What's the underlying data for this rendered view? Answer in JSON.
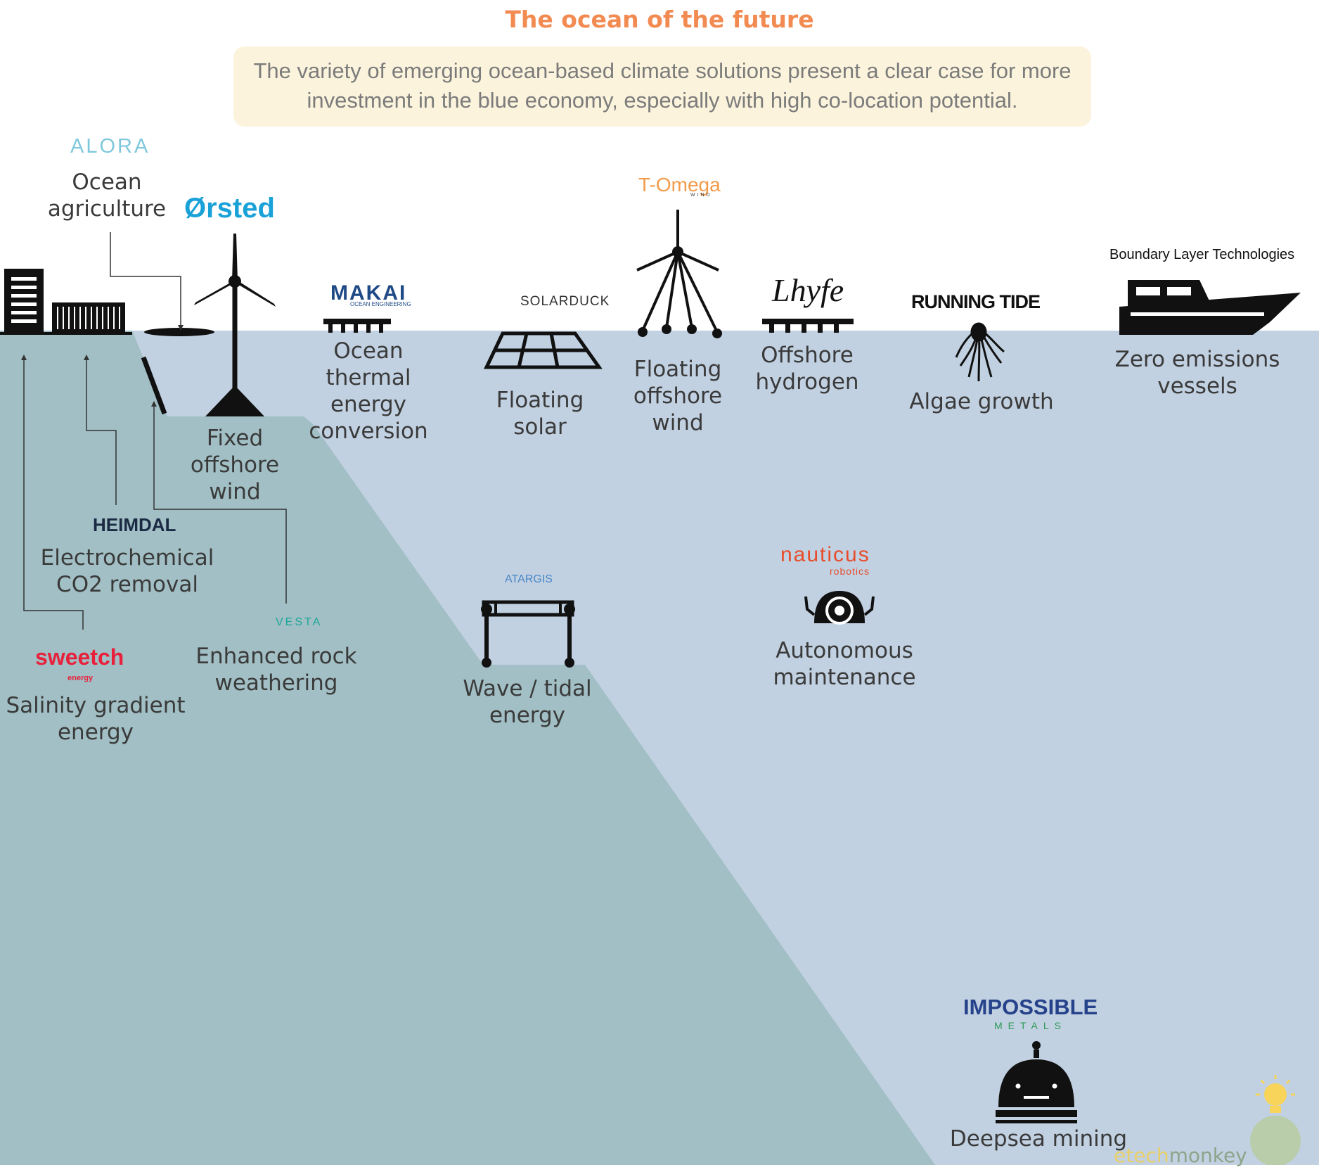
{
  "title": "The ocean of the future",
  "subtitle": "The variety of emerging ocean-based climate solutions present a clear case for more investment in the blue economy, especially with high co-location potential.",
  "colors": {
    "sea": "#c1d1e1",
    "seabed": "#a1bfc4",
    "title": "#f28b52",
    "callout_bg": "#fbf3dc",
    "ink": "#111111"
  },
  "solutions": [
    {
      "id": "ocean-agriculture",
      "label": "Ocean\nagriculture",
      "company": "ALORA",
      "icon": "floating-disc-icon"
    },
    {
      "id": "fixed-offshore-wind",
      "label": "Fixed\noffshore\nwind",
      "company": "Ørsted",
      "icon": "wind-turbine-icon"
    },
    {
      "id": "ocean-thermal",
      "label": "Ocean\nthermal\nenergy\nconversion",
      "company": "MAKAI",
      "company_sub": "OCEAN ENGINEERING",
      "icon": "platform-icon"
    },
    {
      "id": "floating-solar",
      "label": "Floating\nsolar",
      "company": "SOLARDUCK",
      "icon": "solar-panel-icon"
    },
    {
      "id": "floating-offshore-wind",
      "label": "Floating\noffshore\nwind",
      "company": "T-Omega",
      "company_sub": "WIND",
      "icon": "floating-turbine-icon"
    },
    {
      "id": "offshore-hydrogen",
      "label": "Offshore\nhydrogen",
      "company": "Lhyfe",
      "icon": "platform-icon"
    },
    {
      "id": "algae-growth",
      "label": "Algae growth",
      "company": "RUNNING TIDE",
      "icon": "kelp-icon"
    },
    {
      "id": "zero-emissions-vessels",
      "label": "Zero emissions\nvessels",
      "company": "Boundary Layer Technologies",
      "icon": "ship-icon"
    },
    {
      "id": "electrochemical-co2",
      "label": "Electrochemical\nCO2 removal",
      "company": "HEIMDAL",
      "icon": "container-icon"
    },
    {
      "id": "enhanced-rock",
      "label": "Enhanced rock\nweathering",
      "company": "VESTA",
      "icon": "rock-slope-icon"
    },
    {
      "id": "salinity-gradient",
      "label": "Salinity gradient\nenergy",
      "company": "sweetch",
      "company_sub": "energy",
      "icon": "building-icon"
    },
    {
      "id": "wave-tidal",
      "label": "Wave / tidal\nenergy",
      "company": "ATARGIS",
      "icon": "tidal-frame-icon"
    },
    {
      "id": "autonomous-maintenance",
      "label": "Autonomous\nmaintenance",
      "company": "nauticus",
      "company_sub": "robotics",
      "icon": "robot-icon"
    },
    {
      "id": "deepsea-mining",
      "label": "Deepsea mining",
      "company": "IMPOSSIBLE",
      "company_sub": "METALS",
      "icon": "collector-icon"
    }
  ],
  "watermark": {
    "part1": "etech",
    "part2": "monkey"
  }
}
